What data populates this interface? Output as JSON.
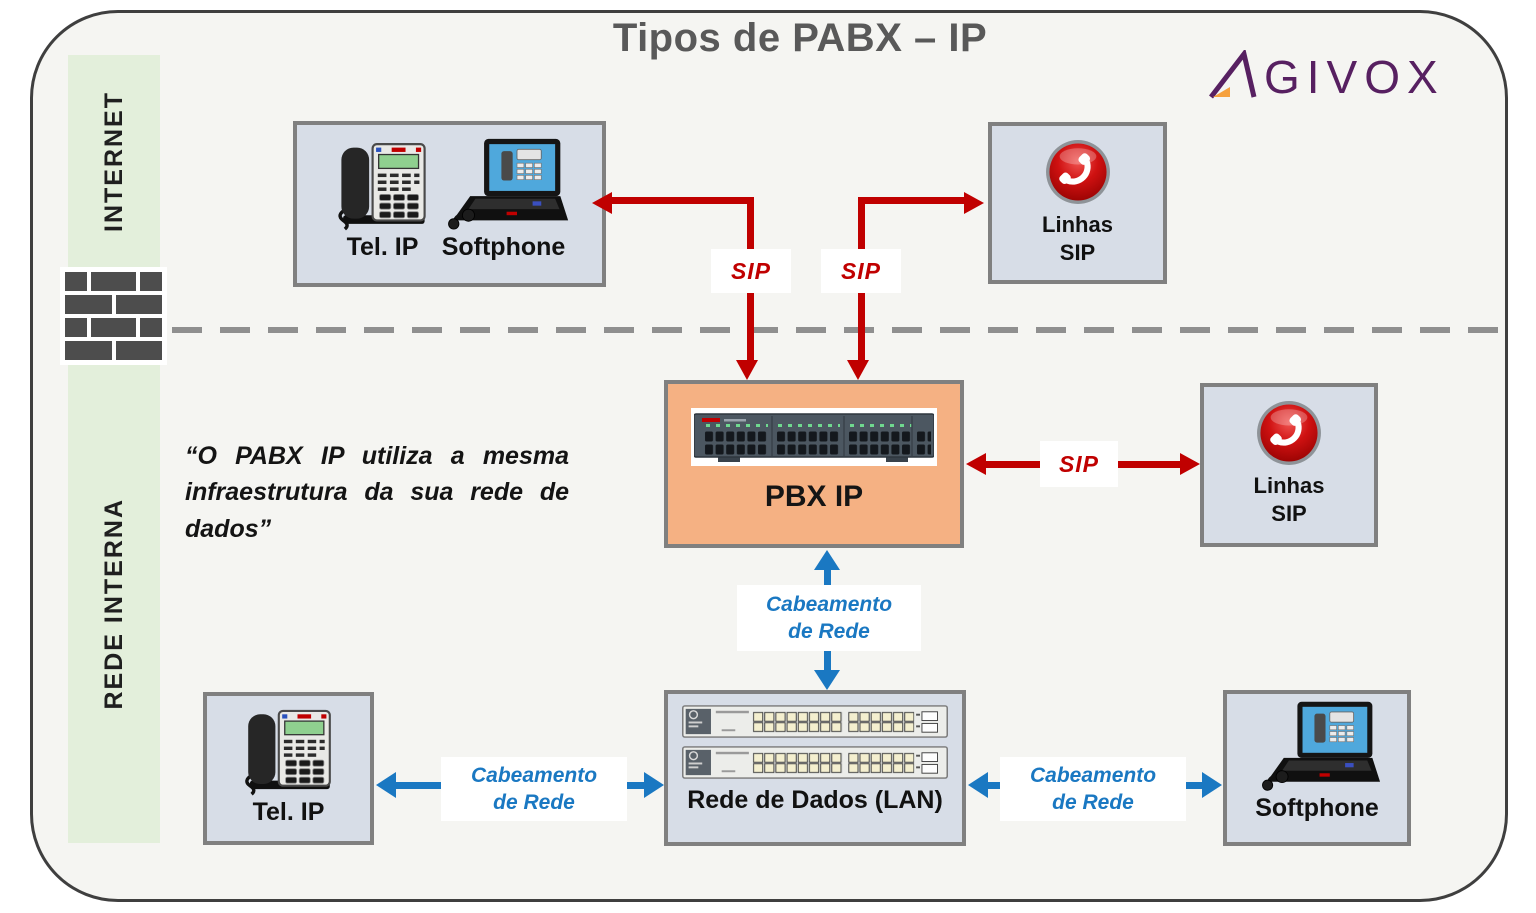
{
  "title": "Tipos de PABX – IP",
  "logo": {
    "text": "AGIVOX",
    "display_rest": "GIVOX"
  },
  "bands": {
    "internet": "INTERNET",
    "internal": "REDE INTERNA"
  },
  "quote": "“O PABX IP utiliza a mesma infraestrutura da sua rede de dados”",
  "nodes": {
    "top_left": {
      "tel_ip_label": "Tel. IP",
      "softphone_label": "Softphone"
    },
    "sip_lines_top": {
      "line1": "Linhas",
      "line2": "SIP"
    },
    "pbx": {
      "label": "PBX IP"
    },
    "sip_lines_right": {
      "line1": "Linhas",
      "line2": "SIP"
    },
    "lan": {
      "label": "Rede de Dados (LAN)"
    },
    "tel_ip_bottom": {
      "label": "Tel. IP"
    },
    "softphone_bottom": {
      "label": "Softphone"
    }
  },
  "connections": {
    "sip_top_left": "SIP",
    "sip_top_right": "SIP",
    "sip_middle": "SIP",
    "cabling_vertical": {
      "line1": "Cabeamento",
      "line2": "de Rede"
    },
    "cabling_left": {
      "line1": "Cabeamento",
      "line2": "de Rede"
    },
    "cabling_right": {
      "line1": "Cabeamento",
      "line2": "de Rede"
    }
  },
  "icons": {
    "firewall": "firewall-brick-icon",
    "ip_phone": "ip-phone-icon",
    "softphone": "softphone-laptop-icon",
    "sip_lines": "red-phone-circle-icon",
    "pbx_device": "pbx-rack-icon",
    "lan_switch": "network-switch-icon"
  },
  "colors": {
    "red": "#c00000",
    "blue": "#1a78c2",
    "orange": "#f5b183",
    "green": "#e3efdb",
    "node_fill": "#d7dde7",
    "node_border": "#808080",
    "canvas_bg": "#f5f5f2",
    "outline": "#3f3f3f",
    "title": "#595959",
    "logo_purple": "#572061",
    "logo_orange": "#f6a13e",
    "dash": "#8f8f8f"
  }
}
